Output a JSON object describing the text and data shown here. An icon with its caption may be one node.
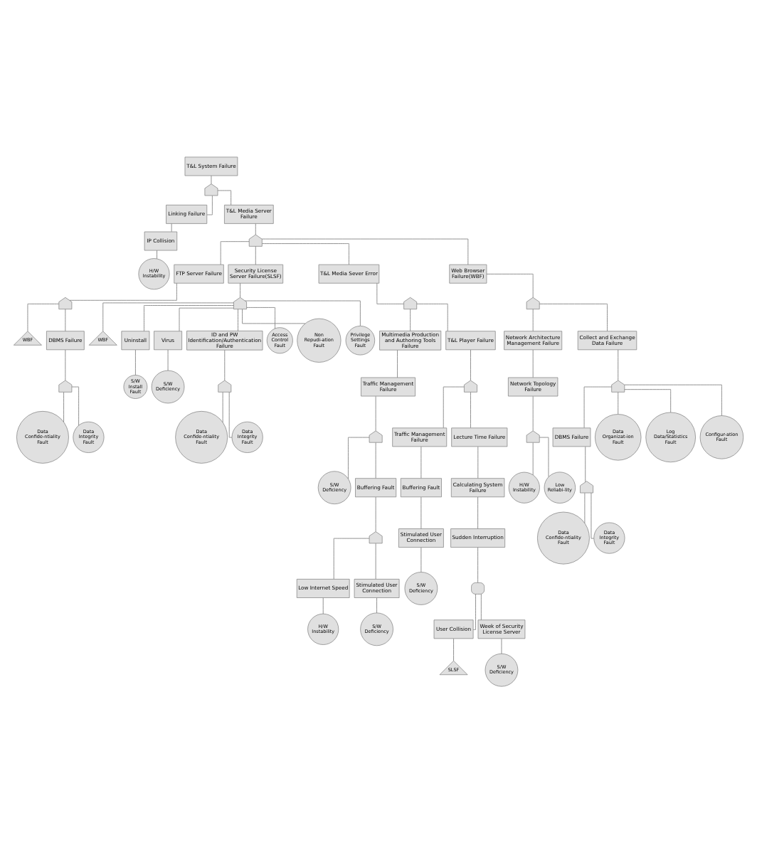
{
  "diagram": {
    "nodes": [
      {
        "text": [
          "T&L System Failure"
        ]
      },
      {
        "text": [],
        "shape": "or-gate"
      },
      {
        "text": [
          "Linking Failure"
        ]
      },
      {
        "text": [
          "T&L Media Server Failure"
        ]
      },
      {
        "text": [
          "IP Collision"
        ]
      },
      {
        "text": [
          "H/W Instability"
        ]
      },
      {
        "text": [],
        "shape": "or-gate"
      },
      {
        "text": [
          "FTP Server Failure"
        ]
      },
      {
        "text": [
          "Security License Server Failure(SLSF)"
        ]
      },
      {
        "text": [
          "T&L Media Sever Error"
        ]
      },
      {
        "text": [
          "Web Browser Failure(WBF)"
        ]
      },
      {
        "text": [],
        "shape": "or-gate"
      },
      {
        "text": [
          "WBF"
        ]
      },
      {
        "text": [
          "DBMS Failure"
        ]
      },
      {
        "text": [],
        "shape": "or-gate"
      },
      {
        "text": [
          "Data Confide-ntiality Fault"
        ]
      },
      {
        "text": [
          "Data Integrity Fault"
        ]
      },
      {
        "text": [],
        "shape": "or-gate"
      },
      {
        "text": [
          "WBF"
        ]
      },
      {
        "text": [
          "Uninstall"
        ]
      },
      {
        "text": [
          "S/W Install Fault"
        ]
      },
      {
        "text": [
          "Virus"
        ]
      },
      {
        "text": [
          "S/W Deficiency"
        ]
      },
      {
        "text": [
          "ID and PW Identification/Authentication Failure"
        ]
      },
      {
        "text": [
          "Access Control Fault"
        ]
      },
      {
        "text": [
          "Non Repudi-ation Fault"
        ]
      },
      {
        "text": [
          "Privilege Settings Fault"
        ]
      },
      {
        "text": [],
        "shape": "or-gate"
      },
      {
        "text": [
          "Data Confide-ntiality Fault"
        ]
      },
      {
        "text": [
          "Data Integrity Fault"
        ]
      },
      {
        "text": [],
        "shape": "or-gate"
      },
      {
        "text": [
          "Multimedia Production and Authoring Tools Failure"
        ]
      },
      {
        "text": [
          "T&L Player Failure"
        ]
      },
      {
        "text": [
          "Traffic Management Failure"
        ]
      },
      {
        "text": [],
        "shape": "or-gate"
      },
      {
        "text": [
          "S/W Deficiency"
        ]
      },
      {
        "text": [
          "Buffering Fault"
        ]
      },
      {
        "text": [],
        "shape": "or-gate"
      },
      {
        "text": [
          "Low Internet Speed"
        ]
      },
      {
        "text": [
          "Stimulated User Connection"
        ]
      },
      {
        "text": [
          "H/W Instability"
        ]
      },
      {
        "text": [
          "S/W Deficiency"
        ]
      },
      {
        "text": [],
        "shape": "or-gate"
      },
      {
        "text": [
          "Traffic Management Failure"
        ]
      },
      {
        "text": [
          "Lecture Time Failure"
        ]
      },
      {
        "text": [
          "Buffering Fault"
        ]
      },
      {
        "text": [
          "Stimulated User Connection"
        ]
      },
      {
        "text": [
          "S/W Deficiency"
        ]
      },
      {
        "text": [
          "Calculating System Failure"
        ]
      },
      {
        "text": [
          "Sudden Interruption"
        ]
      },
      {
        "text": [],
        "shape": "and-gate"
      },
      {
        "text": [
          "User Collision"
        ]
      },
      {
        "text": [
          "Week of Security License Server"
        ]
      },
      {
        "text": [
          "SLSF"
        ]
      },
      {
        "text": [
          "S/W Deficiency"
        ]
      },
      {
        "text": [],
        "shape": "or-gate"
      },
      {
        "text": [
          "Network Architecture Management Failure"
        ]
      },
      {
        "text": [
          "Collect and Exchange Data Failure"
        ]
      },
      {
        "text": [
          "Network Topology Failure"
        ]
      },
      {
        "text": [],
        "shape": "or-gate"
      },
      {
        "text": [
          "H/W Instability"
        ]
      },
      {
        "text": [
          "Low Reliabi-lity"
        ]
      },
      {
        "text": [],
        "shape": "or-gate"
      },
      {
        "text": [
          "DBMS Failure"
        ]
      },
      {
        "text": [
          "Data Organizat-ion Fault"
        ]
      },
      {
        "text": [
          "Log Data/Statistics Fault"
        ]
      },
      {
        "text": [
          "Configur-ation Fault"
        ]
      },
      {
        "text": [],
        "shape": "or-gate"
      },
      {
        "text": [
          "Data Confide-ntiality Fault"
        ]
      },
      {
        "text": [
          "Data Integrity Fault"
        ]
      }
    ],
    "edges": [
      {
        "from": 0,
        "to": 1,
        "arrow": "none"
      },
      {
        "from": 1,
        "to": 2,
        "arrow": "none"
      },
      {
        "from": 1,
        "to": 3,
        "arrow": "none"
      },
      {
        "from": 2,
        "to": 4,
        "arrow": "none"
      },
      {
        "from": 4,
        "to": 5,
        "arrow": "none"
      },
      {
        "from": 3,
        "to": 6,
        "arrow": "none"
      },
      {
        "from": 6,
        "to": 7,
        "arrow": "none"
      },
      {
        "from": 6,
        "to": 8,
        "arrow": "none"
      },
      {
        "from": 6,
        "to": 9,
        "arrow": "none"
      },
      {
        "from": 6,
        "to": 10,
        "arrow": "none"
      },
      {
        "from": 7,
        "to": 11,
        "arrow": "none"
      },
      {
        "from": 11,
        "to": 12,
        "arrow": "none"
      },
      {
        "from": 11,
        "to": 13,
        "arrow": "none"
      },
      {
        "from": 13,
        "to": 14,
        "arrow": "none"
      },
      {
        "from": 14,
        "to": 15,
        "arrow": "none"
      },
      {
        "from": 14,
        "to": 16,
        "arrow": "none"
      },
      {
        "from": 8,
        "to": 17,
        "arrow": "none"
      },
      {
        "from": 17,
        "to": 18,
        "arrow": "none"
      },
      {
        "from": 17,
        "to": 19,
        "arrow": "none"
      },
      {
        "from": 17,
        "to": 21,
        "arrow": "none"
      },
      {
        "from": 17,
        "to": 23,
        "arrow": "none"
      },
      {
        "from": 17,
        "to": 24,
        "arrow": "none"
      },
      {
        "from": 17,
        "to": 25,
        "arrow": "none"
      },
      {
        "from": 17,
        "to": 26,
        "arrow": "none"
      },
      {
        "from": 19,
        "to": 20,
        "arrow": "none"
      },
      {
        "from": 21,
        "to": 22,
        "arrow": "none"
      },
      {
        "from": 23,
        "to": 27,
        "arrow": "none"
      },
      {
        "from": 27,
        "to": 28,
        "arrow": "none"
      },
      {
        "from": 27,
        "to": 29,
        "arrow": "none"
      },
      {
        "from": 9,
        "to": 30,
        "arrow": "none"
      },
      {
        "from": 30,
        "to": 31,
        "arrow": "none"
      },
      {
        "from": 30,
        "to": 32,
        "arrow": "none"
      },
      {
        "from": 31,
        "to": 33,
        "arrow": "none"
      },
      {
        "from": 33,
        "to": 34,
        "arrow": "none"
      },
      {
        "from": 34,
        "to": 35,
        "arrow": "none"
      },
      {
        "from": 34,
        "to": 36,
        "arrow": "none"
      },
      {
        "from": 36,
        "to": 37,
        "arrow": "none"
      },
      {
        "from": 37,
        "to": 38,
        "arrow": "none"
      },
      {
        "from": 37,
        "to": 39,
        "arrow": "none"
      },
      {
        "from": 38,
        "to": 40,
        "arrow": "none"
      },
      {
        "from": 39,
        "to": 41,
        "arrow": "none"
      },
      {
        "from": 32,
        "to": 42,
        "arrow": "none"
      },
      {
        "from": 42,
        "to": 43,
        "arrow": "none"
      },
      {
        "from": 42,
        "to": 44,
        "arrow": "none"
      },
      {
        "from": 43,
        "to": 45,
        "arrow": "none"
      },
      {
        "from": 45,
        "to": 46,
        "arrow": "none"
      },
      {
        "from": 46,
        "to": 47,
        "arrow": "none"
      },
      {
        "from": 44,
        "to": 48,
        "arrow": "none"
      },
      {
        "from": 48,
        "to": 49,
        "arrow": "none"
      },
      {
        "from": 49,
        "to": 50,
        "arrow": "none"
      },
      {
        "from": 50,
        "to": 51,
        "arrow": "none"
      },
      {
        "from": 50,
        "to": 52,
        "arrow": "none"
      },
      {
        "from": 51,
        "to": 53,
        "arrow": "none"
      },
      {
        "from": 52,
        "to": 54,
        "arrow": "none"
      },
      {
        "from": 10,
        "to": 55,
        "arrow": "none"
      },
      {
        "from": 55,
        "to": 56,
        "arrow": "none"
      },
      {
        "from": 55,
        "to": 57,
        "arrow": "none"
      },
      {
        "from": 56,
        "to": 58,
        "arrow": "none"
      },
      {
        "from": 58,
        "to": 59,
        "arrow": "none"
      },
      {
        "from": 59,
        "to": 60,
        "arrow": "none"
      },
      {
        "from": 59,
        "to": 61,
        "arrow": "none"
      },
      {
        "from": 57,
        "to": 62,
        "arrow": "none"
      },
      {
        "from": 62,
        "to": 63,
        "arrow": "none"
      },
      {
        "from": 62,
        "to": 64,
        "arrow": "none"
      },
      {
        "from": 62,
        "to": 65,
        "arrow": "none"
      },
      {
        "from": 62,
        "to": 66,
        "arrow": "none"
      },
      {
        "from": 63,
        "to": 67,
        "arrow": "none"
      },
      {
        "from": 67,
        "to": 68,
        "arrow": "none"
      },
      {
        "from": 67,
        "to": 69,
        "arrow": "none"
      }
    ]
  }
}
